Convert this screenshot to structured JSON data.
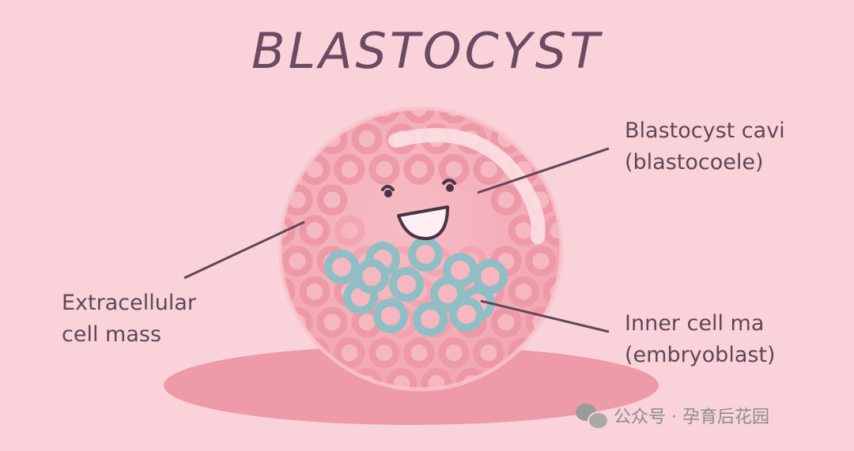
{
  "title": "BLASTOCYST",
  "labels": {
    "cavity": [
      "Blastocyst cavi",
      "(blastocoele)"
    ],
    "extracellular": [
      "Extracellular",
      "cell mass"
    ],
    "inner": [
      "Inner cell ma",
      "(embryoblast)"
    ]
  },
  "watermark": {
    "icon": "wechat-icon",
    "text": "公众号 · 孕育后花园"
  },
  "colors": {
    "background": "#F9D3D9",
    "sphere": "#F4AEB8",
    "cells": "#EF9BA9",
    "inner_cells": "#8FBFC4",
    "shadow": "#EE9AA8",
    "text": "#5F4659"
  }
}
